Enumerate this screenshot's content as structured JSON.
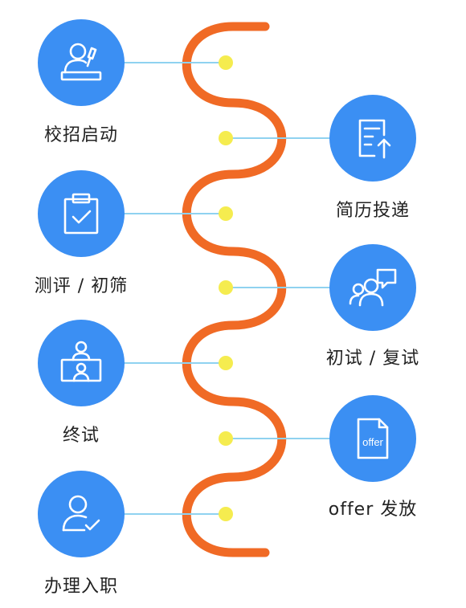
{
  "colors": {
    "path": "#f06a25",
    "node": "#f5ec4f",
    "connector": "#8fd2f0",
    "circle": "#3b8ff3",
    "icon_stroke": "#ffffff",
    "label": "#222222"
  },
  "steps": [
    {
      "label": "校招启动",
      "icon": "speaker-podium-icon",
      "side": "left"
    },
    {
      "label": "简历投递",
      "icon": "resume-upload-icon",
      "side": "right"
    },
    {
      "label": "测评 / 初筛",
      "icon": "clipboard-check-icon",
      "side": "left"
    },
    {
      "label": "初试 / 复试",
      "icon": "group-chat-icon",
      "side": "right"
    },
    {
      "label": "终试",
      "icon": "video-interview-icon",
      "side": "left"
    },
    {
      "label": "offer 发放",
      "icon": "offer-document-icon",
      "side": "right",
      "icon_text": "offer"
    },
    {
      "label": "办理入职",
      "icon": "user-check-icon",
      "side": "left"
    }
  ]
}
